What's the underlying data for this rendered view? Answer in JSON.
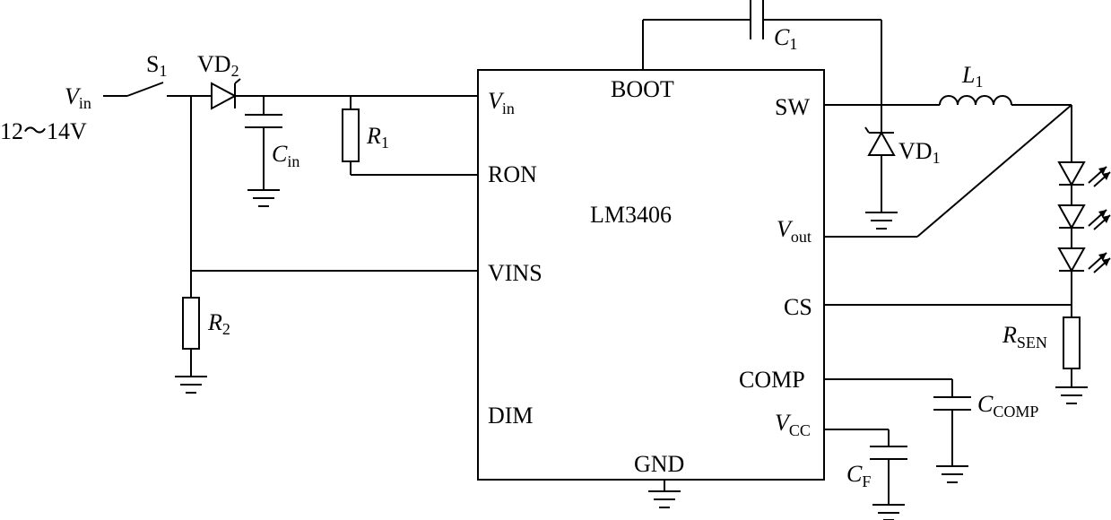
{
  "input": {
    "vin_main": "V",
    "vin_sub": "in",
    "voltage_range": "12～14V"
  },
  "switch_s1": {
    "main": "S",
    "sub": "1"
  },
  "diode_vd2": {
    "main": "VD",
    "sub": "2"
  },
  "cap_cin": {
    "main": "C",
    "sub": "in"
  },
  "res_r1": {
    "main": "R",
    "sub": "1"
  },
  "res_r2": {
    "main": "R",
    "sub": "2"
  },
  "ic": {
    "name": "LM3406",
    "pins": {
      "vin_main": "V",
      "vin_sub": "in",
      "ron": "RON",
      "vins": "VINS",
      "dim": "DIM",
      "boot": "BOOT",
      "gnd": "GND",
      "sw": "SW",
      "vout_main": "V",
      "vout_sub": "out",
      "cs": "CS",
      "comp": "COMP",
      "vcc_main": "V",
      "vcc_sub": "CC"
    }
  },
  "cap_c1": {
    "main": "C",
    "sub": "1"
  },
  "inductor_l1": {
    "main": "L",
    "sub": "1"
  },
  "diode_vd1": {
    "main": "VD",
    "sub": "1"
  },
  "res_rsen": {
    "main": "R",
    "sub": "SEN"
  },
  "cap_ccomp": {
    "main": "C",
    "sub": "COMP"
  },
  "cap_cf": {
    "main": "C",
    "sub": "F"
  }
}
